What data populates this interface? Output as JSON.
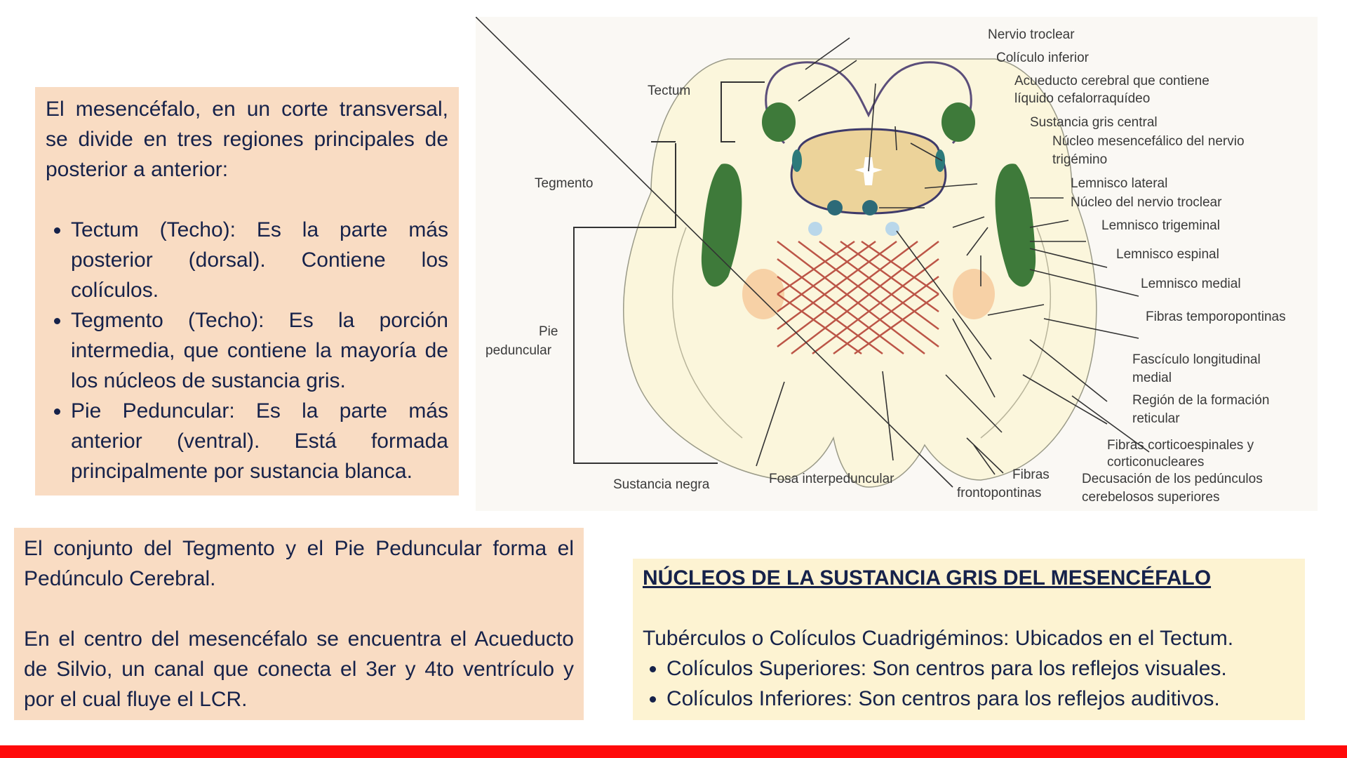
{
  "left_box": {
    "intro": "El mesencéfalo, en un corte transversal, se divide en tres regiones principales de posterior a anterior:",
    "items": [
      "Tectum (Techo): Es la parte más posterior (dorsal). Contiene los colículos.",
      "Tegmento (Techo): Es la porción intermedia, que contiene la mayoría de los núcleos de sustancia gris.",
      "Pie Peduncular: Es la parte más anterior (ventral). Está formada principalmente por sustancia blanca."
    ]
  },
  "bottom_left_box": {
    "p1": "El conjunto del Tegmento y el Pie Peduncular forma el Pedúnculo Cerebral.",
    "p2": "En el centro del mesencéfalo se encuentra el Acueducto de Silvio, un canal que conecta el 3er y 4to ventrículo y por el cual fluye el LCR."
  },
  "bottom_right_box": {
    "title": "NÚCLEOS DE LA SUSTANCIA GRIS DEL MESENCÉFALO",
    "intro": "Tubérculos o Colículos Cuadrigéminos: Ubicados en el Tectum.",
    "items": [
      "Colículos Superiores: Son centros para los reflejos visuales.",
      "Colículos Inferiores: Son centros para los reflejos auditivos."
    ]
  },
  "diagram": {
    "regions": {
      "tectum": "Tectum",
      "tegmento": "Tegmento",
      "pie_1": "Pie",
      "pie_2": "peduncular"
    },
    "right_labels": {
      "nervio_troclear": "Nervio troclear",
      "coliculo_inferior": "Colículo inferior",
      "acueducto_1": "Acueducto cerebral que contiene",
      "acueducto_2": "líquido cefalorraquídeo",
      "sustancia_gris": "Sustancia gris central",
      "nucleo_mes_1": "Núcleo mesencefálico del nervio",
      "nucleo_mes_2": "trigémino",
      "lemnisco_lateral": "Lemnisco lateral",
      "nucleo_troclear": "Núcleo del nervio troclear",
      "lemnisco_trigeminal": "Lemnisco trigeminal",
      "lemnisco_espinal": "Lemnisco espinal",
      "lemnisco_medial": "Lemnisco medial",
      "fibras_temporo": "Fibras temporopontinas",
      "fasciculo_1": "Fascículo longitudinal",
      "fasciculo_2": "medial",
      "region_1": "Región de la formación",
      "region_2": "reticular",
      "fibras_cortico_1": "Fibras corticoespinales y",
      "fibras_cortico_2": "corticonucleares",
      "decusacion_1": "Decusación de los pedúnculos",
      "decusacion_2": "cerebelosos superiores"
    },
    "bottom_labels": {
      "sustancia_negra": "Sustancia negra",
      "fosa": "Fosa interpeduncular",
      "fibras_fronto_1": "Fibras",
      "fibras_fronto_2": "frontopontinas"
    }
  }
}
